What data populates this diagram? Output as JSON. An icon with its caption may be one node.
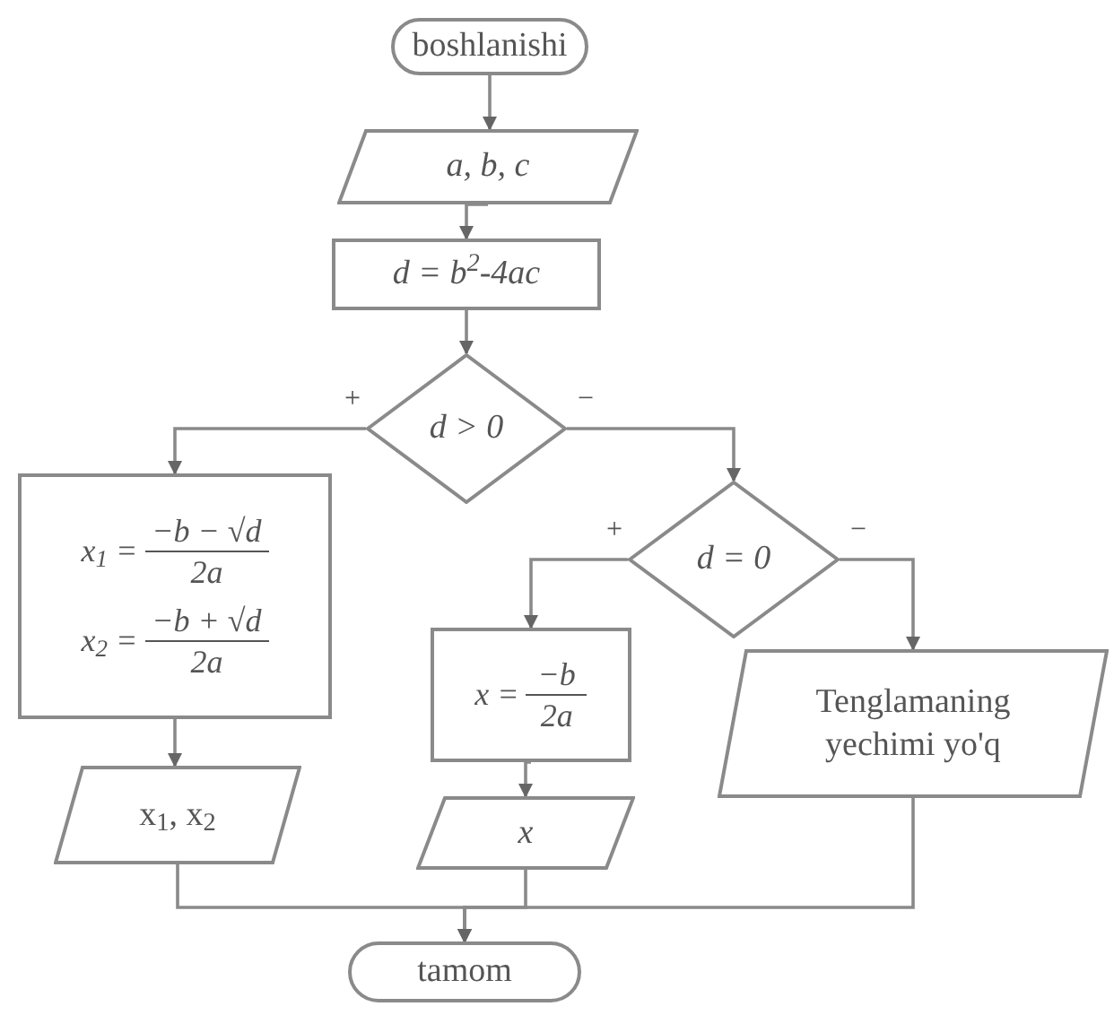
{
  "diagram": {
    "nodes": [
      {
        "text": [
          "boshlanishi"
        ]
      },
      {
        "text": [
          "a, b, c"
        ]
      },
      {
        "text": [
          "d = b$^{2}$-4ac"
        ]
      },
      {
        "text": [
          "d > 0"
        ]
      },
      {
        "text": [
          "x$_{1}$ =",
          "−b − √d",
          "2a",
          "x$_{2}$ =",
          "−b + √d",
          "2a"
        ]
      },
      {
        "text": [
          "x$_{1}$, x$_{2}$"
        ]
      },
      {
        "text": [
          "d = 0"
        ]
      },
      {
        "text": [
          "x =",
          "−b",
          "2a"
        ]
      },
      {
        "text": [
          "x"
        ]
      },
      {
        "text": [
          "Tenglamaning yechimi yo'q"
        ]
      },
      {
        "text": [
          "tamom"
        ]
      }
    ],
    "edges": [
      {
        "from": 0,
        "to": 1,
        "arrow": "to"
      },
      {
        "from": 1,
        "to": 2,
        "arrow": "to"
      },
      {
        "from": 2,
        "to": 3,
        "arrow": "to"
      },
      {
        "from": 3,
        "to": 4,
        "arrow": "to",
        "label": "+"
      },
      {
        "from": 3,
        "to": 6,
        "arrow": "to",
        "label": "−"
      },
      {
        "from": 4,
        "to": 5,
        "arrow": "to"
      },
      {
        "from": 6,
        "to": 7,
        "arrow": "to",
        "label": "+"
      },
      {
        "from": 6,
        "to": 9,
        "arrow": "to",
        "label": "−"
      },
      {
        "from": 7,
        "to": 8,
        "arrow": "to"
      },
      {
        "from": 5,
        "to": 10,
        "arrow": "to"
      },
      {
        "from": 8,
        "to": 10,
        "arrow": "to"
      },
      {
        "from": 9,
        "to": 10,
        "arrow": "to"
      }
    ]
  }
}
